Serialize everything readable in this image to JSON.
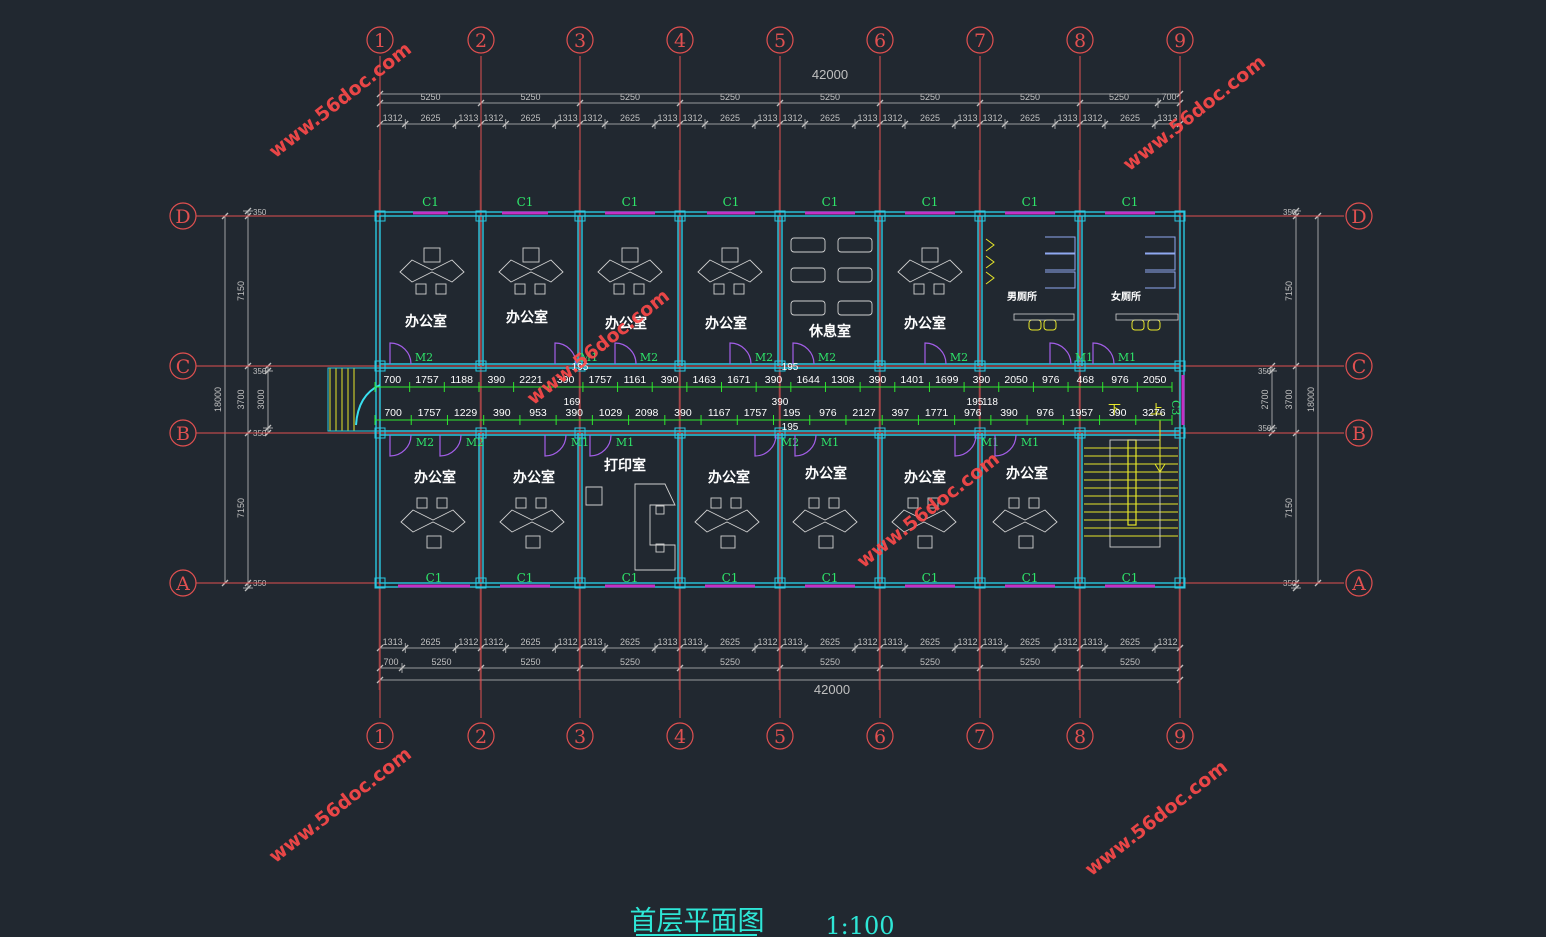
{
  "title": "首层平面图",
  "scale": "1:100",
  "overall_dimension": "42000",
  "colors": {
    "background": "#212830",
    "axis": "#e05050",
    "wall": "#29c7e0",
    "window": "#c530c5",
    "dimension": "#c0c0c0",
    "corridor_dim": "#2ee62e",
    "door": "#a35ee8",
    "furniture": "#d0d0d0",
    "stair": "#e6e62a",
    "label": "#ffffff",
    "watermark": "#ff4a4a"
  },
  "axes": {
    "columns": [
      "1",
      "2",
      "3",
      "4",
      "5",
      "6",
      "7",
      "8",
      "9"
    ],
    "rows": [
      "D",
      "C",
      "B",
      "A"
    ]
  },
  "top_dims": {
    "bays": [
      "5250",
      "5250",
      "5250",
      "5250",
      "5250",
      "5250",
      "5250",
      "5250",
      "700"
    ],
    "details": [
      "1312",
      "2625",
      "1313",
      "1312",
      "2625",
      "1313",
      "1312",
      "2625",
      "1313",
      "1312",
      "2625",
      "1313",
      "1312",
      "2625",
      "1313",
      "1312",
      "2625",
      "1313",
      "1312",
      "2625",
      "1313",
      "1312",
      "2625",
      "1313"
    ]
  },
  "bottom_dims": {
    "details": [
      "1313",
      "2625",
      "1312",
      "1312",
      "2625",
      "1312",
      "1313",
      "2625",
      "1313",
      "1313",
      "2625",
      "1312",
      "1313",
      "2625",
      "1312",
      "1313",
      "2625",
      "1312",
      "1313",
      "2625",
      "1312",
      "1313",
      "2625",
      "1312"
    ],
    "bays": [
      "700",
      "5250",
      "5250",
      "5250",
      "5250",
      "5250",
      "5250",
      "5250",
      "5250"
    ]
  },
  "side_dims": {
    "overall": "18000",
    "top_bay": "7150",
    "middle": "3700",
    "bottom_bay": "7150",
    "corridor_inner": "3000",
    "right_middle_a": "2700",
    "right_middle_b": "3700",
    "offsets": [
      "350",
      "350",
      "350",
      "350",
      "350",
      "350",
      "350",
      "350"
    ]
  },
  "windows": {
    "top": [
      "C1",
      "C1",
      "C1",
      "C1",
      "C1",
      "C1",
      "C1",
      "C1"
    ],
    "bottom": [
      "C1",
      "C1",
      "C1",
      "C1",
      "C1",
      "C1",
      "C1",
      "C1"
    ],
    "side": "C3"
  },
  "rooms": {
    "top": [
      "办公室",
      "办公室",
      "办公室",
      "办公室",
      "休息室",
      "办公室",
      "男厕所",
      "女厕所"
    ],
    "bottom": [
      "办公室",
      "办公室",
      "打印室",
      "办公室",
      "办公室",
      "办公室",
      "办公室"
    ]
  },
  "doors": {
    "top": [
      "M2",
      "M1",
      "M2",
      "M2",
      "M2",
      "M2",
      "M1",
      "M1"
    ],
    "bottom": [
      "M2",
      "M2",
      "M1",
      "M1",
      "M2",
      "M1",
      "M1",
      "M1"
    ]
  },
  "corridor_dims": {
    "top": [
      "700",
      "1757",
      "1188",
      "390",
      "2221",
      "390",
      "1757",
      "1161",
      "390",
      "1463",
      "1671",
      "390",
      "1644",
      "1308",
      "390",
      "1401",
      "1699",
      "390",
      "2050",
      "976",
      "468",
      "976",
      "2050"
    ],
    "bottom": [
      "700",
      "1757",
      "1229",
      "390",
      "953",
      "390",
      "1029",
      "2098",
      "390",
      "1167",
      "1757",
      "195",
      "976",
      "2127",
      "397",
      "1771",
      "976",
      "390",
      "976",
      "1957",
      "390",
      "3276"
    ],
    "misc": [
      "195",
      "169",
      "390",
      "195",
      "195",
      "195",
      "118"
    ]
  },
  "stair": {
    "down": "下",
    "up": "上"
  },
  "watermark": "www.56doc.com"
}
